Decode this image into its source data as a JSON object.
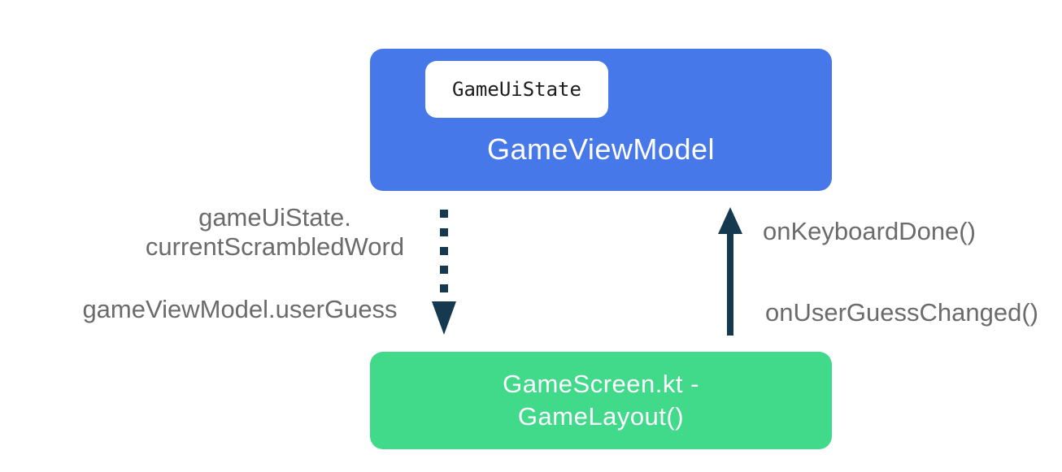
{
  "viewmodel_box": {
    "badge_label": "GameUiState",
    "title": "GameViewModel",
    "color": "#4678E9",
    "badge_color": "#FFFFFF"
  },
  "screen_box": {
    "title_line1": "GameScreen.kt -",
    "title_line2": "GameLayout()",
    "color": "#41D98A"
  },
  "labels": {
    "state_line1": "gameUiState.",
    "state_line2": "currentScrambledWord",
    "user_guess": "gameViewModel.userGuess",
    "keyboard_done": "onKeyboardDone()",
    "user_guess_changed": "onUserGuessChanged()",
    "text_color": "#6B6B6B"
  },
  "arrows": {
    "down_dotted": {
      "from": "GameViewModel",
      "to": "GameScreen.kt - GameLayout()",
      "style": "dotted",
      "direction": "down",
      "color": "#15394E"
    },
    "up_solid": {
      "from": "GameScreen.kt - GameLayout()",
      "to": "GameViewModel",
      "style": "solid",
      "direction": "up",
      "color": "#15394E"
    }
  }
}
